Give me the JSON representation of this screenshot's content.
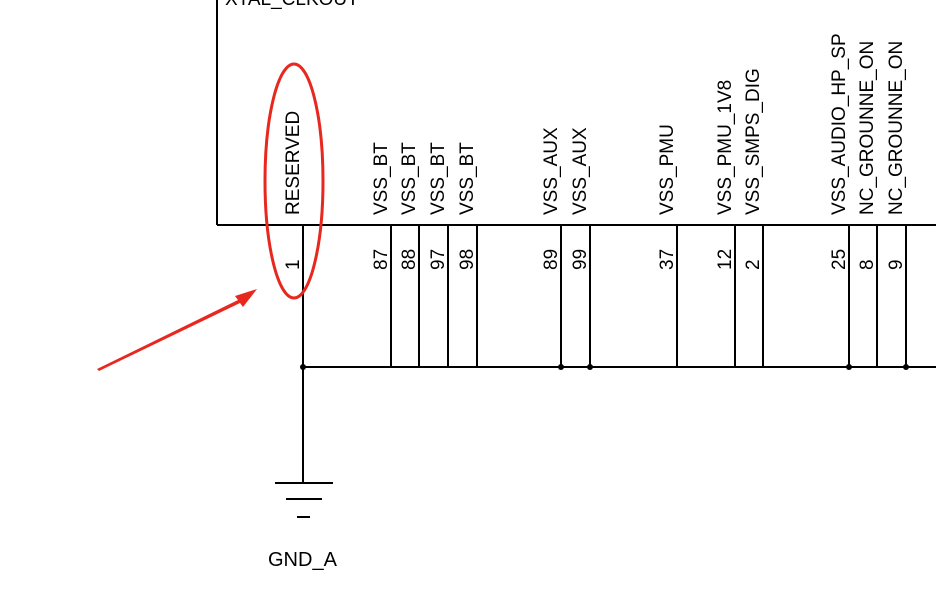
{
  "component": {
    "top_signal": "XTAL_CLKOUT",
    "pins": [
      {
        "name": "RESERVED",
        "number": "1"
      },
      {
        "name": "VSS_BT",
        "number": "87"
      },
      {
        "name": "VSS_BT",
        "number": "88"
      },
      {
        "name": "VSS_BT",
        "number": "97"
      },
      {
        "name": "VSS_BT",
        "number": "98"
      },
      {
        "name": "VSS_AUX",
        "number": "89"
      },
      {
        "name": "VSS_AUX",
        "number": "99"
      },
      {
        "name": "VSS_PMU",
        "number": "37"
      },
      {
        "name": "VSS_PMU_1V8",
        "number": "12"
      },
      {
        "name": "VSS_SMPS_DIG",
        "number": "2"
      },
      {
        "name": "VSS_AUDIO_HP_SP",
        "number": "25"
      },
      {
        "name": "NC_GROUNNE_ON",
        "number": "8"
      },
      {
        "name": "NC_GROUNNE_ON",
        "number": "9"
      }
    ]
  },
  "ground": {
    "net_name": "GND_A"
  },
  "annotation": {
    "highlight_color": "#e8281e",
    "highlighted_pin": "RESERVED"
  }
}
